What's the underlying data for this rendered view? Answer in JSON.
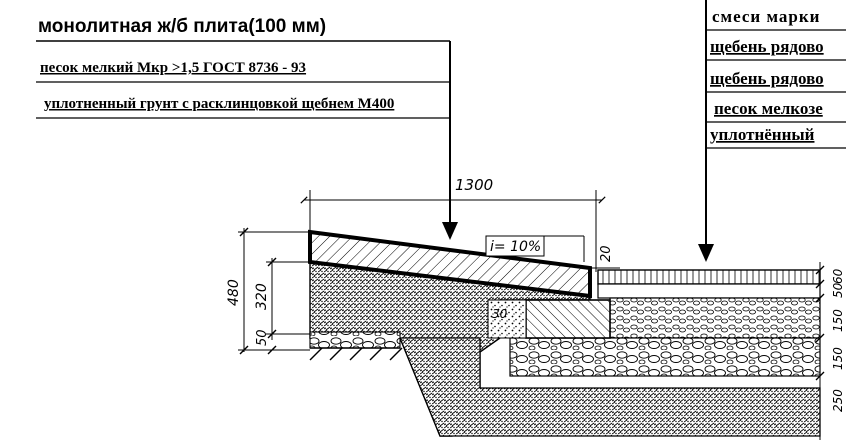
{
  "left_callout": {
    "line_1": "монолитная ж/б плита(100 мм)",
    "line_2": "песок мелкий Мкр >1,5 ГОСТ 8736 - 93",
    "line_3": "уплотненный грунт с расклинцовкой щебнем М400"
  },
  "right_callout": {
    "line_1": "смеси марки",
    "line_2": "щебень рядово",
    "line_3": "щебень рядово",
    "line_4": "песок мелкозе",
    "line_5": "уплотнённый"
  },
  "dimensions": {
    "width_top": "1300",
    "height_total": "480",
    "height_mid": "320",
    "height_bottom": "50",
    "step_height": "20",
    "slope": "i= 10%",
    "edge_dim": "30",
    "right_1": "60",
    "right_2": "50",
    "right_3": "150",
    "right_4": "150",
    "right_5": "250"
  }
}
